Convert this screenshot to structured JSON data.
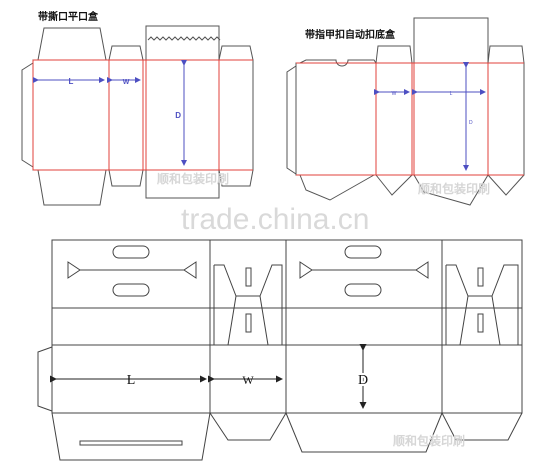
{
  "diagrams": {
    "top_left": {
      "title": "带撕口平口盒",
      "labels": {
        "length": "L",
        "width": "W",
        "depth": "D"
      }
    },
    "top_right": {
      "title": "带指甲扣自动扣底盒",
      "labels": {
        "width": "W",
        "length": "L",
        "depth": "D"
      }
    },
    "bottom": {
      "labels": {
        "length": "L",
        "width": "W",
        "depth": "D"
      }
    }
  },
  "watermarks": {
    "site": "trade.china.cn",
    "brand_1": "顺和包装印刷",
    "brand_2": "顺和包装印刷",
    "brand_3": "顺和包装印刷"
  },
  "colors": {
    "outline": "#555555",
    "fold_line": "#e0413b",
    "dimension": "#4d4fc2",
    "bottom_line": "#444444"
  }
}
